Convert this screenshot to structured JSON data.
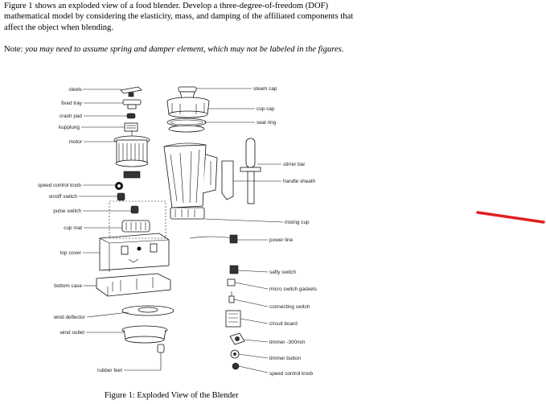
{
  "document": {
    "paragraph": "Figure 1 shows an exploded view of a food blender. Develop a three-degree-of-freedom (DOF) mathematical model by considering the elasticity, mass, and damping of the affiliated components that affect the object when blending.",
    "note_label": "Note:",
    "note_text": "you may need to assume spring and damper element, which may not be labeled in the figures.",
    "caption": "Figure 1: Exploded View of the Blender"
  },
  "figure": {
    "labels_left": [
      "steels",
      "fixed tray",
      "crash pad",
      "kupplung",
      "motor",
      "speed control knob",
      "on/off switch",
      "pulse switch",
      "cup mat",
      "top cover",
      "bottom case",
      "wind deflector",
      "wind outlet",
      "rubber feet"
    ],
    "labels_right": [
      "steam cap",
      "cup cap",
      "seal ring",
      "stirrer bar",
      "handle sheath",
      "mixing cup",
      "power line",
      "safty switch",
      "micro switch gaskets",
      "connecting switch",
      "circuit board",
      "timmer -300min",
      "timmer button",
      "speed control knob"
    ]
  },
  "annotation": {
    "color": "#e02020"
  }
}
